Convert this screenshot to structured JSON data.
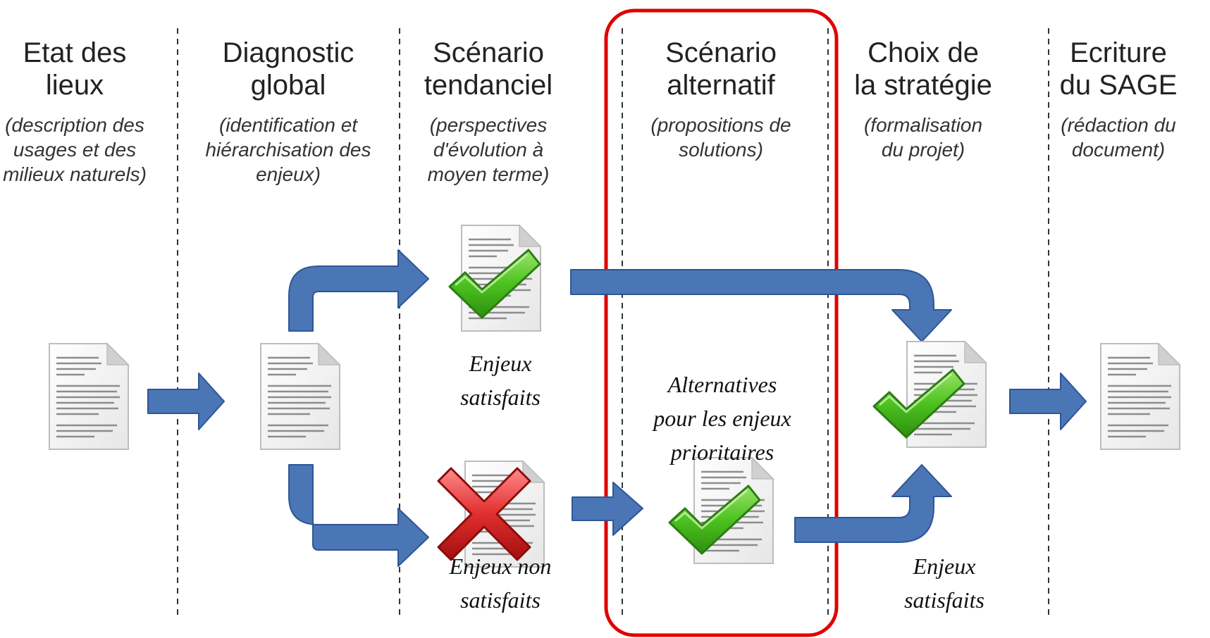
{
  "phases": [
    {
      "title": "Etat des\nlieux",
      "description": "(description des\nusages et des\nmilieux naturels)"
    },
    {
      "title": "Diagnostic\nglobal",
      "description": "(identification et\nhiérarchisation des\nenjeux)"
    },
    {
      "title": "Scénario\ntendanciel",
      "description": "(perspectives\nd'évolution à\nmoyen terme)"
    },
    {
      "title": "Scénario\nalternatif",
      "description": "(propositions de\nsolutions)"
    },
    {
      "title": "Choix de\nla stratégie",
      "description": "(formalisation\ndu projet)"
    },
    {
      "title": "Ecriture\ndu SAGE",
      "description": "(rédaction du\ndocument)"
    }
  ],
  "outcomes": {
    "tendanciel_ok": "Enjeux\nsatisfaits",
    "tendanciel_ko": "Enjeux non\nsatisfaits",
    "alternatives": "Alternatives\npour les enjeux\nprioritaires",
    "strategie_ok": "Enjeux\nsatisfaits"
  },
  "colors": {
    "arrow": "#4a76b5",
    "arrow_stroke": "#2f5597",
    "highlight": "#e00000",
    "check": "#43b02a",
    "cross": "#d8262b",
    "divider": "#333333"
  },
  "icons": [
    "document-icon",
    "check-icon",
    "cross-icon"
  ]
}
